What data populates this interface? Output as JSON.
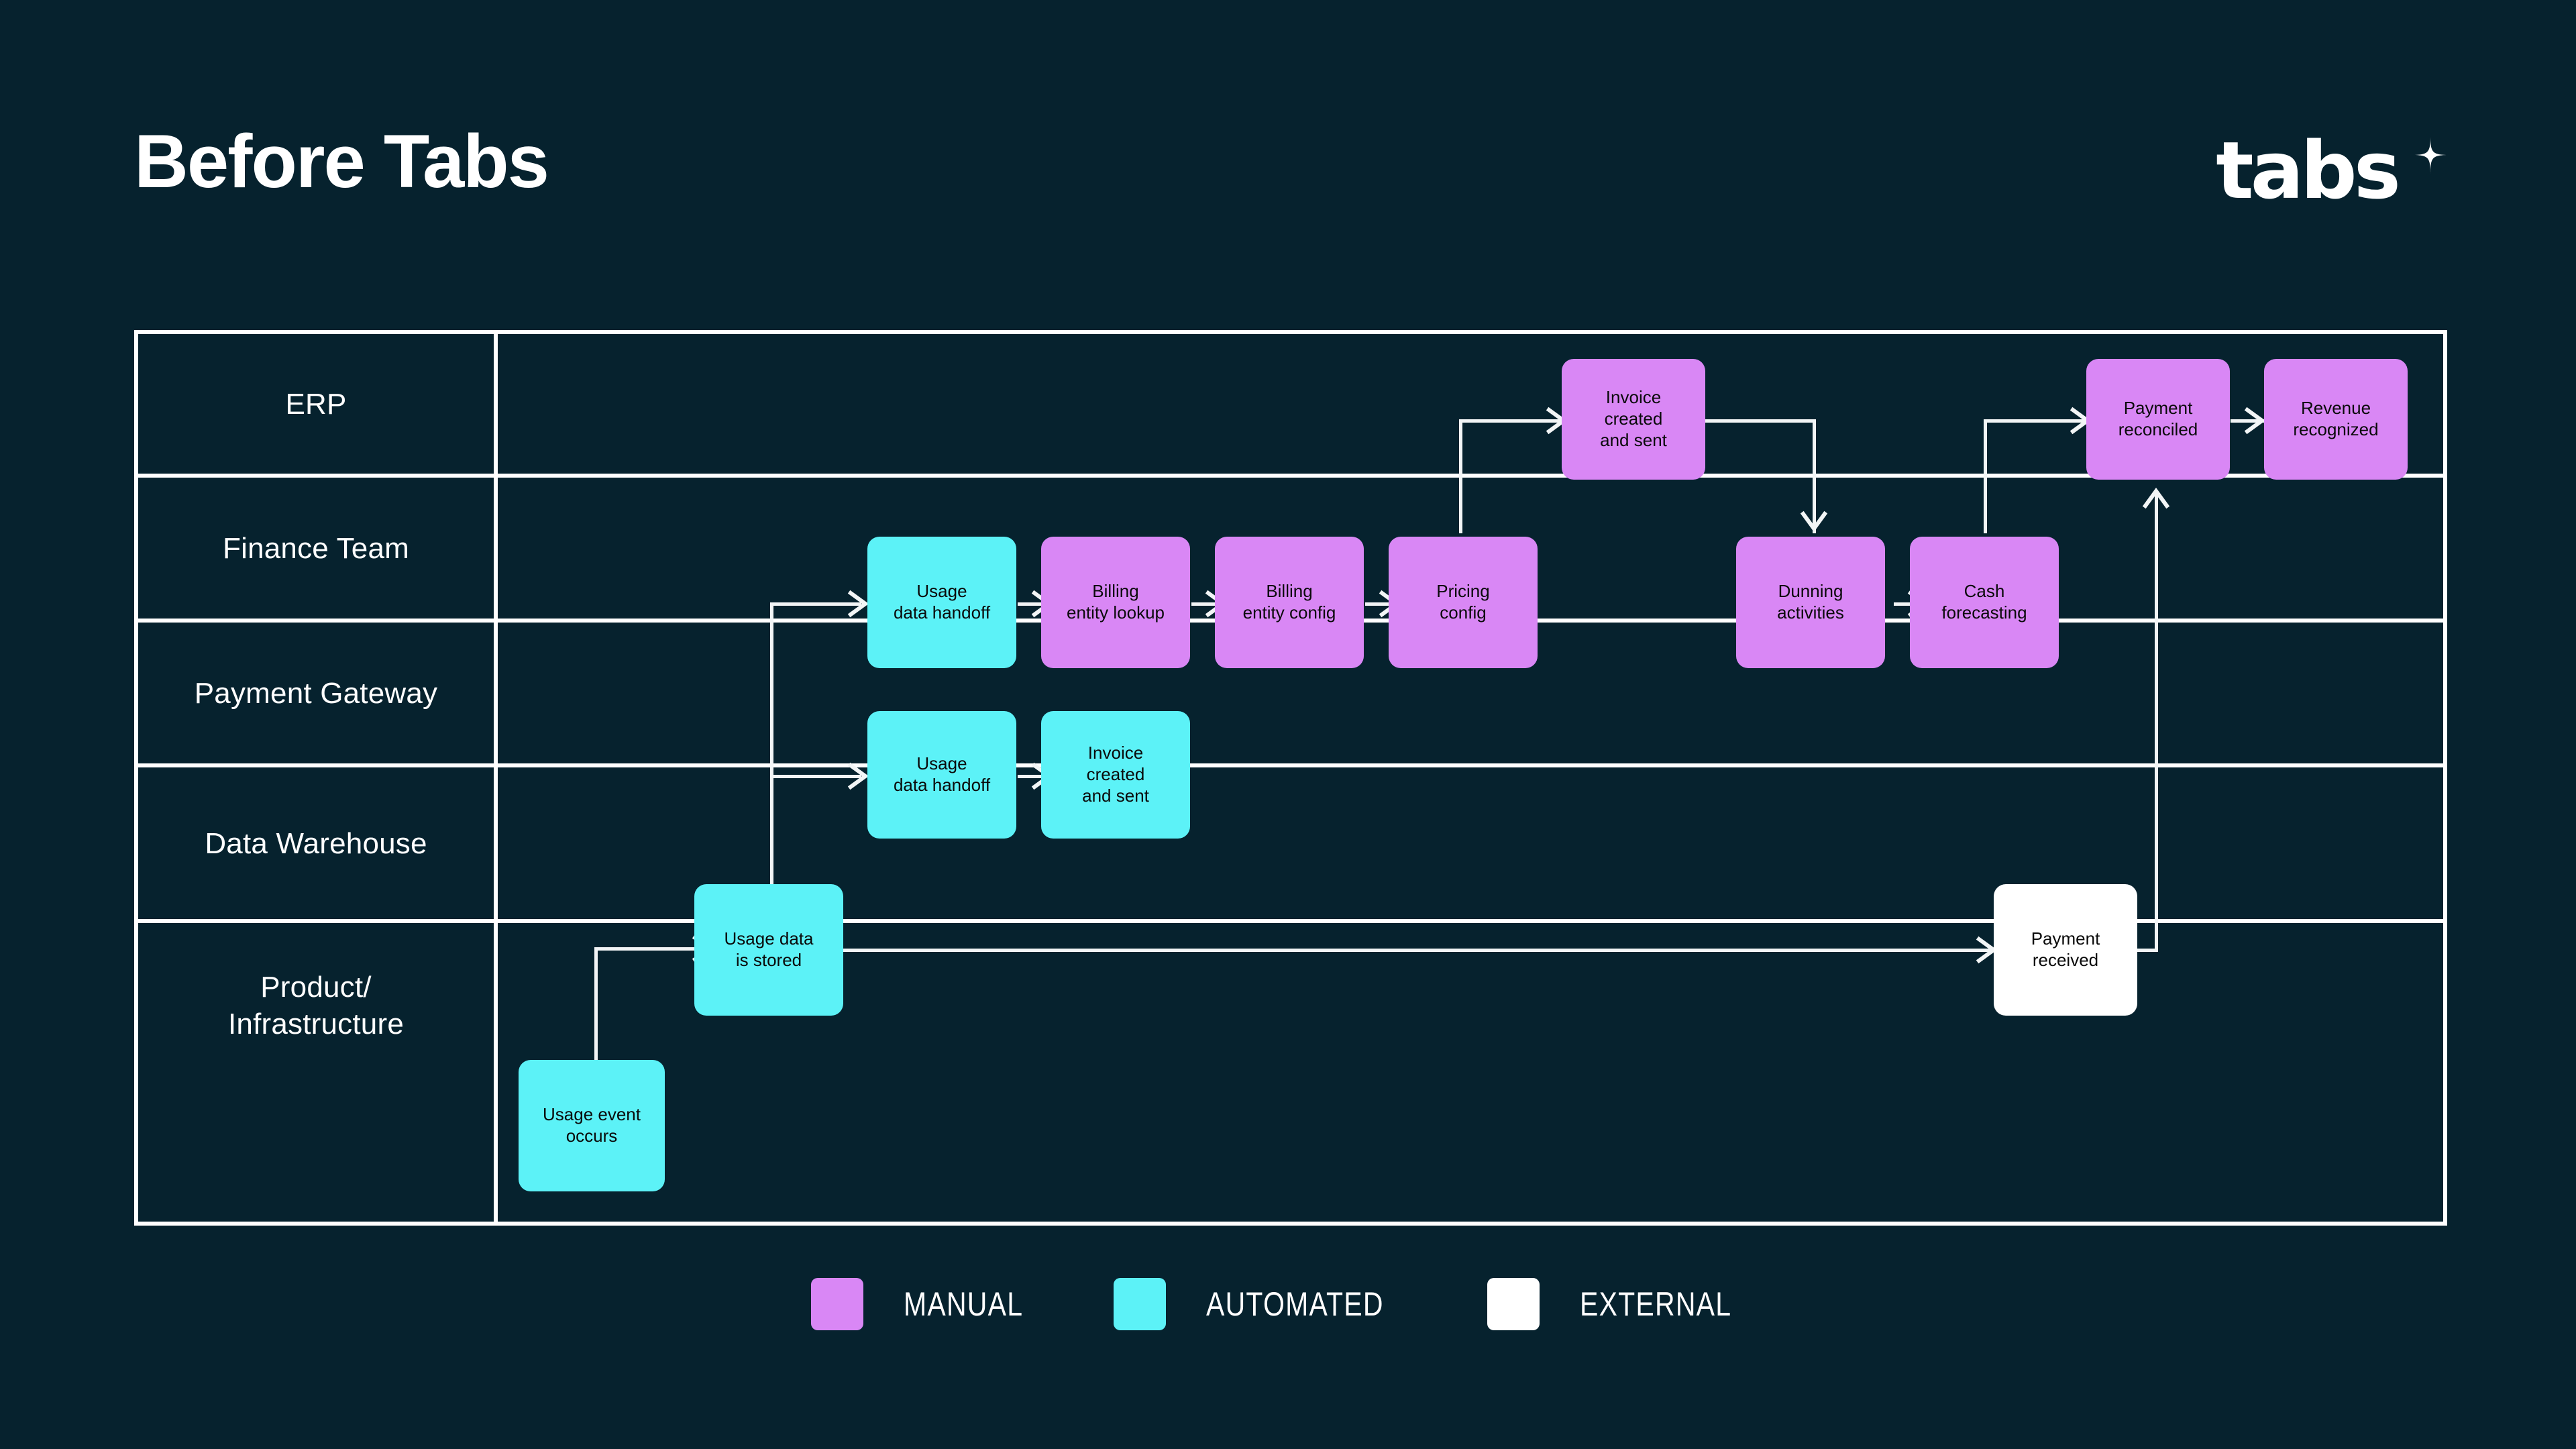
{
  "header": {
    "title": "Before Tabs",
    "brand_word": "tabs",
    "brand_icon": "sparkle-icon"
  },
  "theme": {
    "background": "#06222e",
    "line": "#f2f5f6",
    "manual": "#d987f5",
    "automated": "#5cf2f7",
    "external": "#ffffff",
    "node_text": "#0a0a0a"
  },
  "chart_data": {
    "type": "diagram",
    "subtype": "swimlane-flowchart",
    "title": "Before Tabs",
    "lanes": [
      "ERP",
      "Finance Team",
      "Payment Gateway",
      "Data Warehouse",
      "Product/\nInfrastructure"
    ],
    "legend": [
      {
        "key": "manual",
        "label": "MANUAL",
        "color": "#d987f5"
      },
      {
        "key": "automated",
        "label": "AUTOMATED",
        "color": "#5cf2f7"
      },
      {
        "key": "external",
        "label": "EXTERNAL",
        "color": "#ffffff"
      }
    ],
    "nodes": [
      {
        "id": "erp-invoice",
        "lane": "ERP",
        "label": "Invoice\ncreated\nand sent",
        "type": "manual"
      },
      {
        "id": "erp-pay-recon",
        "lane": "ERP",
        "label": "Payment\nreconciled",
        "type": "manual"
      },
      {
        "id": "erp-rev-recog",
        "lane": "ERP",
        "label": "Revenue\nrecognized",
        "type": "manual"
      },
      {
        "id": "fin-usage-handoff",
        "lane": "Finance Team",
        "label": "Usage\ndata handoff",
        "type": "automated"
      },
      {
        "id": "fin-entity-lookup",
        "lane": "Finance Team",
        "label": "Billing\nentity lookup",
        "type": "manual"
      },
      {
        "id": "fin-entity-config",
        "lane": "Finance Team",
        "label": "Billing\nentity config",
        "type": "manual"
      },
      {
        "id": "fin-pricing-config",
        "lane": "Finance Team",
        "label": "Pricing\nconfig",
        "type": "manual"
      },
      {
        "id": "fin-dunning",
        "lane": "Finance Team",
        "label": "Dunning\nactivities",
        "type": "manual"
      },
      {
        "id": "fin-cash-forecast",
        "lane": "Finance Team",
        "label": "Cash\nforecasting",
        "type": "manual"
      },
      {
        "id": "pg-usage-handoff",
        "lane": "Payment Gateway",
        "label": "Usage\ndata handoff",
        "type": "automated"
      },
      {
        "id": "pg-invoice",
        "lane": "Payment Gateway",
        "label": "Invoice\ncreated\nand sent",
        "type": "automated"
      },
      {
        "id": "dw-usage-stored",
        "lane": "Data Warehouse",
        "label": "Usage data\nis stored",
        "type": "automated"
      },
      {
        "id": "dw-payment-recv",
        "lane": "Data Warehouse",
        "label": "Payment\nreceived",
        "type": "external"
      },
      {
        "id": "pi-usage-event",
        "lane": "Product/Infrastructure",
        "label": "Usage event\noccurs",
        "type": "automated"
      }
    ],
    "edges": [
      {
        "from": "pi-usage-event",
        "to": "dw-usage-stored"
      },
      {
        "from": "dw-usage-stored",
        "to": "pg-usage-handoff"
      },
      {
        "from": "dw-usage-stored",
        "to": "fin-usage-handoff"
      },
      {
        "from": "dw-usage-stored",
        "to": "dw-payment-recv"
      },
      {
        "from": "pg-usage-handoff",
        "to": "pg-invoice"
      },
      {
        "from": "fin-usage-handoff",
        "to": "fin-entity-lookup"
      },
      {
        "from": "fin-entity-lookup",
        "to": "fin-entity-config"
      },
      {
        "from": "fin-entity-config",
        "to": "fin-pricing-config"
      },
      {
        "from": "fin-pricing-config",
        "to": "erp-invoice"
      },
      {
        "from": "erp-invoice",
        "to": "fin-dunning"
      },
      {
        "from": "fin-dunning",
        "to": "fin-cash-forecast"
      },
      {
        "from": "fin-cash-forecast",
        "to": "erp-pay-recon"
      },
      {
        "from": "dw-payment-recv",
        "to": "erp-pay-recon"
      },
      {
        "from": "erp-pay-recon",
        "to": "erp-rev-recog"
      }
    ]
  }
}
